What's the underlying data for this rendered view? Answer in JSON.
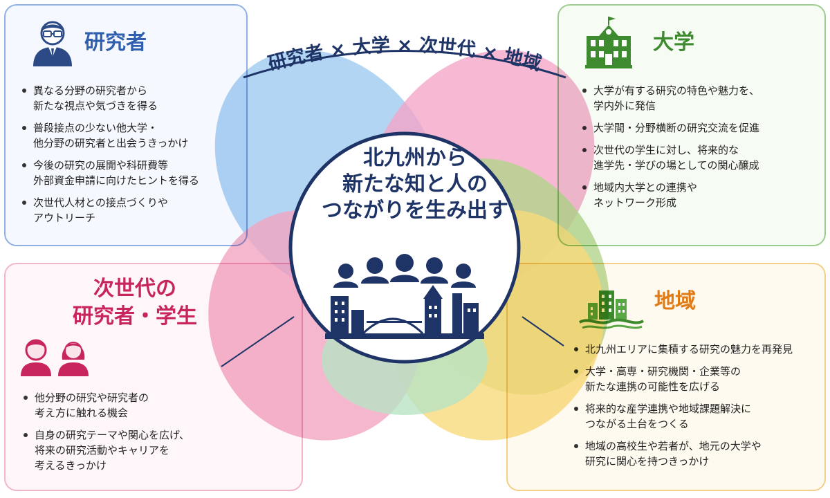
{
  "banner": {
    "text": "研究者 × 大学 × 次世代 × 地域"
  },
  "center": {
    "lines": [
      "北九州から",
      "新たな知と人の",
      "つながりを生み出す"
    ]
  },
  "researcher": {
    "title": "研究者",
    "items": [
      "異なる分野の研究者から\n新たな視点や気づきを得る",
      "普段接点の少ない他大学・\n他分野の研究者と出会うきっかけ",
      "今後の研究の展開や科研費等\n外部資金申請に向けたヒントを得る",
      "次世代人材との接点づくりや\nアウトリーチ"
    ]
  },
  "university": {
    "title": "大学",
    "items": [
      "大学が有する研究の特色や魅力を、\n学内外に発信",
      "大学間・分野横断の研究交流を促進",
      "次世代の学生に対し、将来的な\n進学先・学びの場としての関心醸成",
      "地域内大学との連携や\nネットワーク形成"
    ]
  },
  "nextgen": {
    "title_line1": "次世代の",
    "title_line2": "研究者・学生",
    "items": [
      "他分野の研究や研究者の\n考え方に触れる機会",
      "自身の研究テーマや関心を広げ、\n将来の研究活動やキャリアを\n考えるきっかけ"
    ]
  },
  "region": {
    "title": "地域",
    "items": [
      "北九州エリアに集積する研究の魅力を再発見",
      "大学・高専・研究機関・企業等の\n新たな連携の可能性を広げる",
      "将来的な産学連携や地域課題解決に\nつながる土台をつくる",
      "地域の高校生や若者が、地元の大学や\n研究に関心を持つきっかけ"
    ]
  },
  "colors": {
    "researcher": "#2f5fae",
    "university": "#3e8a2e",
    "nextgen": "#c8255e",
    "region": "#e07b16",
    "navy": "#1f3466"
  }
}
